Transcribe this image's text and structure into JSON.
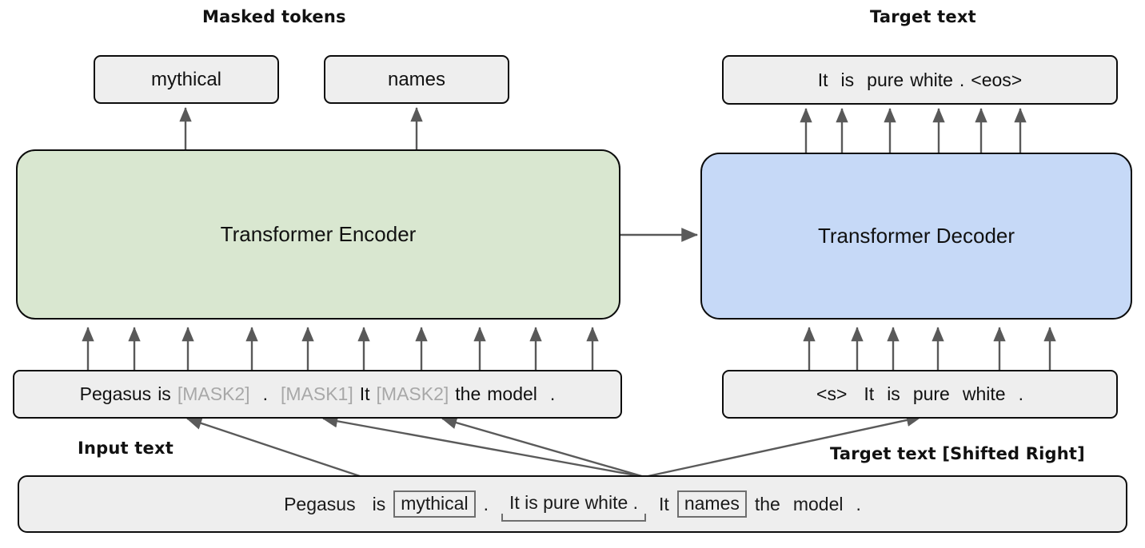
{
  "diagram": {
    "title_masked_tokens": "Masked tokens",
    "title_target_text": "Target text",
    "label_input_text": "Input text",
    "label_target_shifted": "Target text  [Shifted Right]",
    "encoder_label": "Transformer Encoder",
    "decoder_label": "Transformer Decoder",
    "colors": {
      "encoder_fill": "#d9e7d0",
      "decoder_fill": "#c6d9f7",
      "box_fill": "#eeeeee",
      "stroke": "#0c0c0c",
      "arrow": "#595959",
      "mask_text": "#a8a8a8",
      "inline_box_stroke": "#6e6e6e"
    }
  },
  "masked_tokens": [
    {
      "label": "mythical"
    },
    {
      "label": "names"
    }
  ],
  "target_text_output": {
    "tokens": [
      "It",
      "is",
      "pure",
      "white",
      ".",
      "<eos>"
    ]
  },
  "encoder_input": {
    "tokens": [
      {
        "text": "Pegasus",
        "masked": false
      },
      {
        "text": "is",
        "masked": false
      },
      {
        "text": "[MASK2]",
        "masked": true
      },
      {
        "text": ".",
        "masked": false
      },
      {
        "text": "[MASK1]",
        "masked": true
      },
      {
        "text": "It",
        "masked": false
      },
      {
        "text": "[MASK2]",
        "masked": true
      },
      {
        "text": "the",
        "masked": false
      },
      {
        "text": "model",
        "masked": false
      },
      {
        "text": ".",
        "masked": false
      }
    ]
  },
  "decoder_input": {
    "tokens": [
      "<s>",
      "It",
      "is",
      "pure",
      "white",
      "."
    ]
  },
  "source_sentence": {
    "parts": [
      {
        "text": "Pegasus",
        "style": "plain"
      },
      {
        "text": "is",
        "style": "plain"
      },
      {
        "text": "mythical",
        "style": "boxed"
      },
      {
        "text": ".",
        "style": "plain"
      },
      {
        "text": "It  is  pure  white  .",
        "style": "bracketed"
      },
      {
        "text": "It",
        "style": "plain"
      },
      {
        "text": "names",
        "style": "boxed"
      },
      {
        "text": "the",
        "style": "plain"
      },
      {
        "text": "model",
        "style": "plain"
      },
      {
        "text": ".",
        "style": "plain"
      }
    ]
  }
}
